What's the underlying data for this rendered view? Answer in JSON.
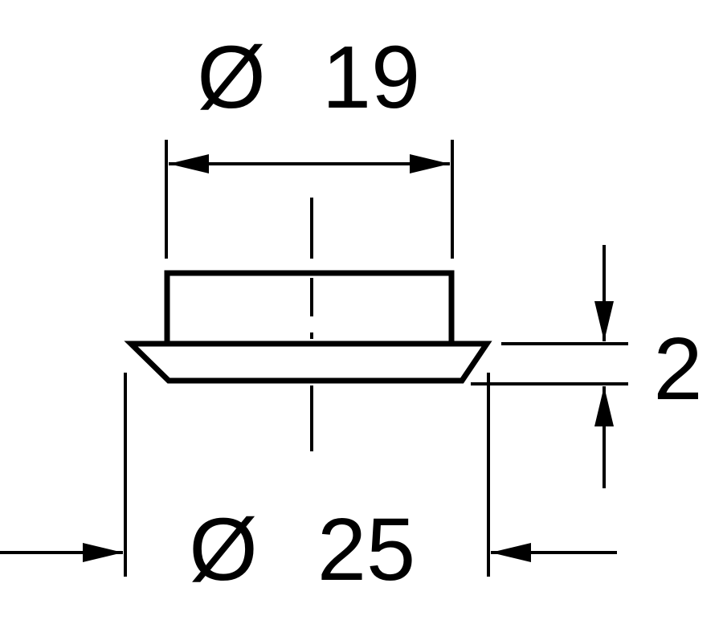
{
  "drawing": {
    "line_color": "#000000",
    "background": "#ffffff",
    "dimensions": {
      "top_diameter": {
        "symbol": "Ø",
        "value": "19"
      },
      "bottom_diameter": {
        "symbol": "Ø",
        "value": "25"
      },
      "flange_height": {
        "value": "2"
      }
    }
  }
}
